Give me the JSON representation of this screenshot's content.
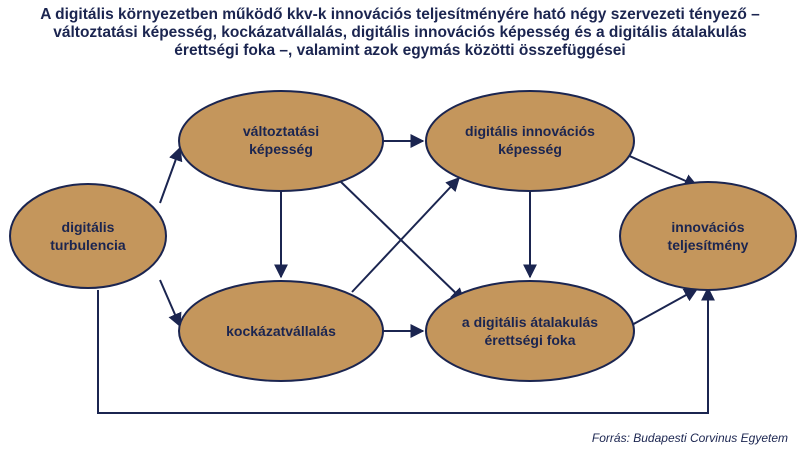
{
  "title": {
    "line1": "A digitális környezetben működő kkv-k innovációs teljesítményére ható négy szervezeti tényező –",
    "line2": "változtatási képesség, kockázatvállalás, digitális innovációs képesség és a digitális átalakulás",
    "line3": "érettségi foka –, valamint azok egymás közötti összefüggései"
  },
  "nodes": {
    "turbulence": {
      "line1": "digitális",
      "line2": "turbulencia"
    },
    "change": {
      "line1": "változtatási",
      "line2": "képesség"
    },
    "risk": {
      "line1": "kockázatvállalás"
    },
    "innovation_capability": {
      "line1": "digitális innovációs",
      "line2": "képesség"
    },
    "maturity": {
      "line1": "a digitális átalakulás",
      "line2": "érettségi foka"
    },
    "performance": {
      "line1": "innovációs",
      "line2": "teljesítmény"
    }
  },
  "source": "Forrás: Budapesti Corvinus Egyetem",
  "colors": {
    "node_fill": "#c4965c",
    "node_stroke": "#1b2550",
    "text": "#1b2550",
    "arrow": "#1b2550"
  }
}
